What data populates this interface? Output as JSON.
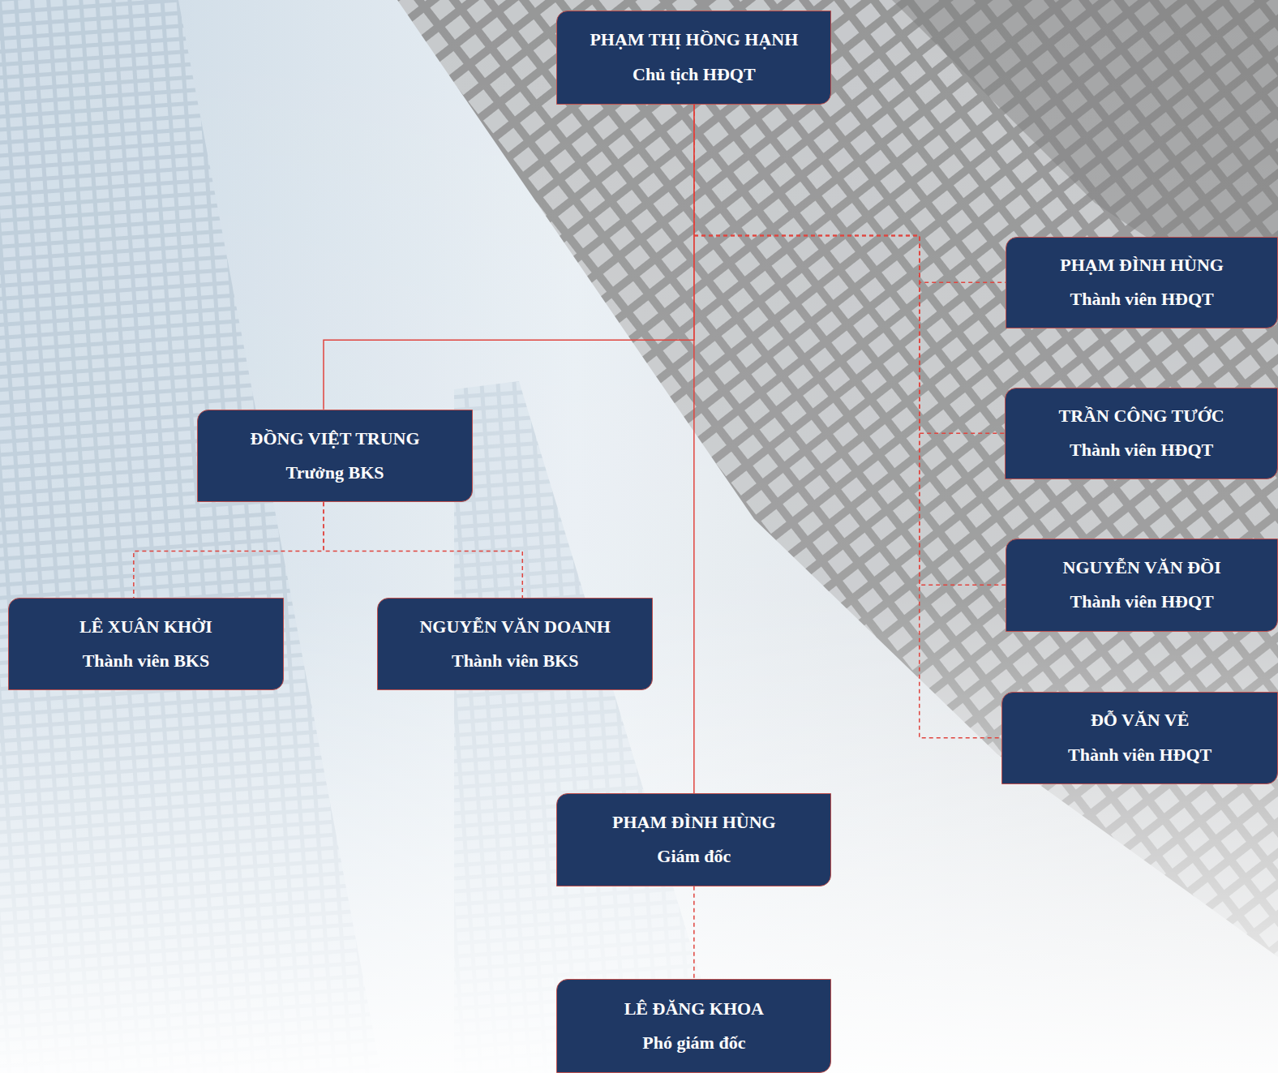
{
  "diagram": {
    "nodes": [
      {
        "text": [
          "PHẠM THỊ HỒNG HẠNH",
          "Chủ tịch HĐQT"
        ]
      },
      {
        "text": [
          "PHẠM ĐÌNH HÙNG",
          "Thành viên HĐQT"
        ]
      },
      {
        "text": [
          "TRẦN CÔNG TƯỚC",
          "Thành viên HĐQT"
        ]
      },
      {
        "text": [
          "NGUYỄN VĂN ĐỒI",
          "Thành viên HĐQT"
        ]
      },
      {
        "text": [
          "ĐỖ VĂN VẺ",
          "Thành viên HĐQT"
        ]
      },
      {
        "text": [
          "ĐỒNG VIỆT TRUNG",
          "Trưởng BKS"
        ]
      },
      {
        "text": [
          "LÊ XUÂN KHỞI",
          "Thành viên BKS"
        ]
      },
      {
        "text": [
          "NGUYỄN VĂN DOANH",
          "Thành viên BKS"
        ]
      },
      {
        "text": [
          "PHẠM ĐÌNH HÙNG",
          "Giám đốc"
        ]
      },
      {
        "text": [
          "LÊ ĐĂNG KHOA",
          "Phó giám đốc"
        ]
      }
    ],
    "edges": [
      {
        "from": 0,
        "to": 1,
        "arrow": "none"
      },
      {
        "from": 0,
        "to": 2,
        "arrow": "none"
      },
      {
        "from": 0,
        "to": 3,
        "arrow": "none"
      },
      {
        "from": 0,
        "to": 4,
        "arrow": "none"
      },
      {
        "from": 0,
        "to": 5,
        "arrow": "none"
      },
      {
        "from": 0,
        "to": 8,
        "arrow": "none"
      },
      {
        "from": 5,
        "to": 6,
        "arrow": "none"
      },
      {
        "from": 5,
        "to": 7,
        "arrow": "none"
      },
      {
        "from": 8,
        "to": 9,
        "arrow": "none"
      }
    ]
  }
}
